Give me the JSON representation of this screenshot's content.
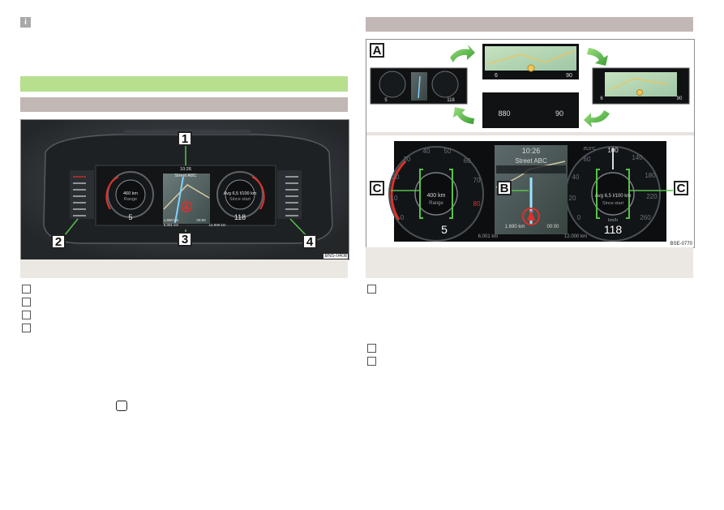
{
  "left": {
    "info_icon_glyph": "i",
    "figure": {
      "callouts": [
        "1",
        "2",
        "3",
        "4"
      ],
      "code": "BNS-0408",
      "cluster": {
        "time": "10:26",
        "street": "Street ABC",
        "left_value": "460 km",
        "left_sub": "Range",
        "right_value": "Avg 6,5 l/100 km",
        "right_sub": "Since start",
        "gear": "5",
        "speed": "118",
        "odo": "1.690 km",
        "clock": "00:00",
        "trip": "6.001 km",
        "total": "12.000 km"
      }
    }
  },
  "right": {
    "figure": {
      "callouts": [
        "A",
        "B",
        "C",
        "C"
      ],
      "code": "BSE-0770",
      "top_values": {
        "a1_left": "5",
        "a1_right": "118",
        "a2_left": "6",
        "a2_right": "90",
        "a3_left": "880",
        "a3_right": "90",
        "a4_left": "6",
        "a4_right": "90"
      },
      "cluster": {
        "time": "10:26",
        "street": "Street ABC",
        "temp": "25,5°C",
        "left_value": "400 km",
        "left_sub": "Range",
        "right_value": "Avg 6,5 l/100 km",
        "right_sub": "Since start",
        "gear": "5",
        "speed": "118",
        "dist": "1.690 km",
        "clock": "00:00",
        "trip": "6.001 km",
        "total": "12.000 km",
        "unit": "km/h",
        "left_ticks": [
          "0",
          "10",
          "20",
          "30",
          "40",
          "50",
          "60",
          "70",
          "80"
        ],
        "right_ticks": [
          "0",
          "20",
          "40",
          "60",
          "100",
          "140",
          "180",
          "220",
          "260"
        ]
      }
    }
  },
  "colors": {
    "green_bar": "#b6df8e",
    "gray_bar": "#c1b7b5",
    "caption_bg": "#ebe8e3",
    "accent_green": "#57c24a",
    "needle_red": "#e0302a"
  }
}
